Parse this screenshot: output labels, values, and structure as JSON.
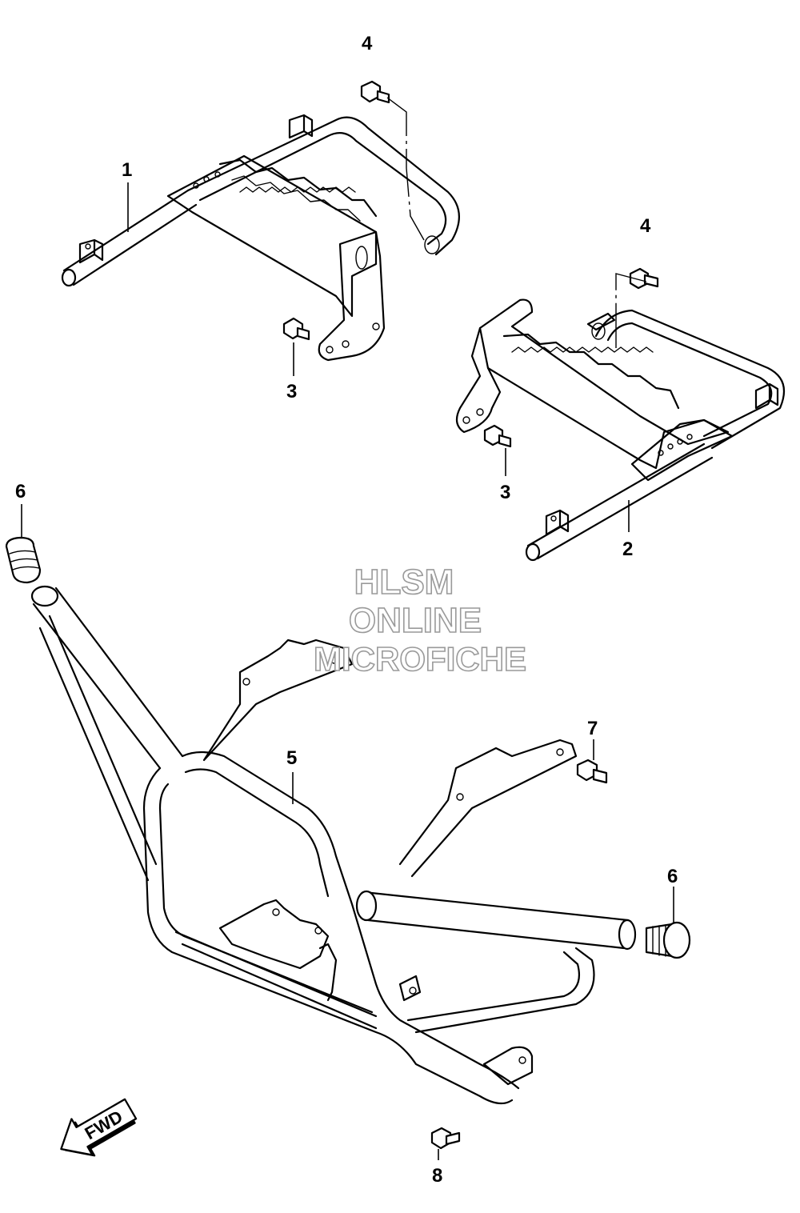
{
  "watermark": {
    "line1": "HLSM",
    "line2": "ONLINE",
    "line3": "MICROFICHE"
  },
  "callouts": [
    {
      "id": "c1",
      "label": "1"
    },
    {
      "id": "c2",
      "label": "2"
    },
    {
      "id": "c3a",
      "label": "3"
    },
    {
      "id": "c3b",
      "label": "3"
    },
    {
      "id": "c4a",
      "label": "4"
    },
    {
      "id": "c4b",
      "label": "4"
    },
    {
      "id": "c5",
      "label": "5"
    },
    {
      "id": "c6a",
      "label": "6"
    },
    {
      "id": "c6b",
      "label": "6"
    },
    {
      "id": "c7",
      "label": "7"
    },
    {
      "id": "c8",
      "label": "8"
    }
  ],
  "direction_arrow": {
    "label": "FWD"
  }
}
